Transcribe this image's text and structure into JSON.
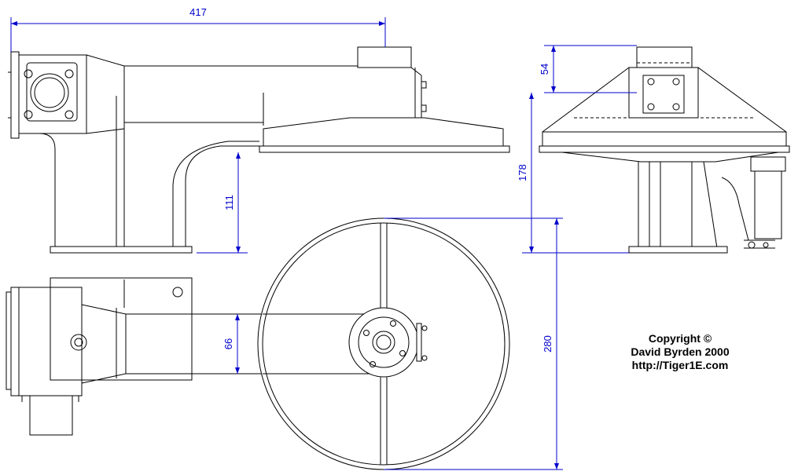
{
  "dimensions": {
    "overall_length": "417",
    "top_height": "54",
    "housing_height": "178",
    "base_height": "111",
    "arm_width": "66",
    "wheel_diameter": "280"
  },
  "copyright": {
    "line1": "Copyright ©",
    "line2": "David Byrden 2000",
    "line3": "http://Tiger1E.com"
  }
}
